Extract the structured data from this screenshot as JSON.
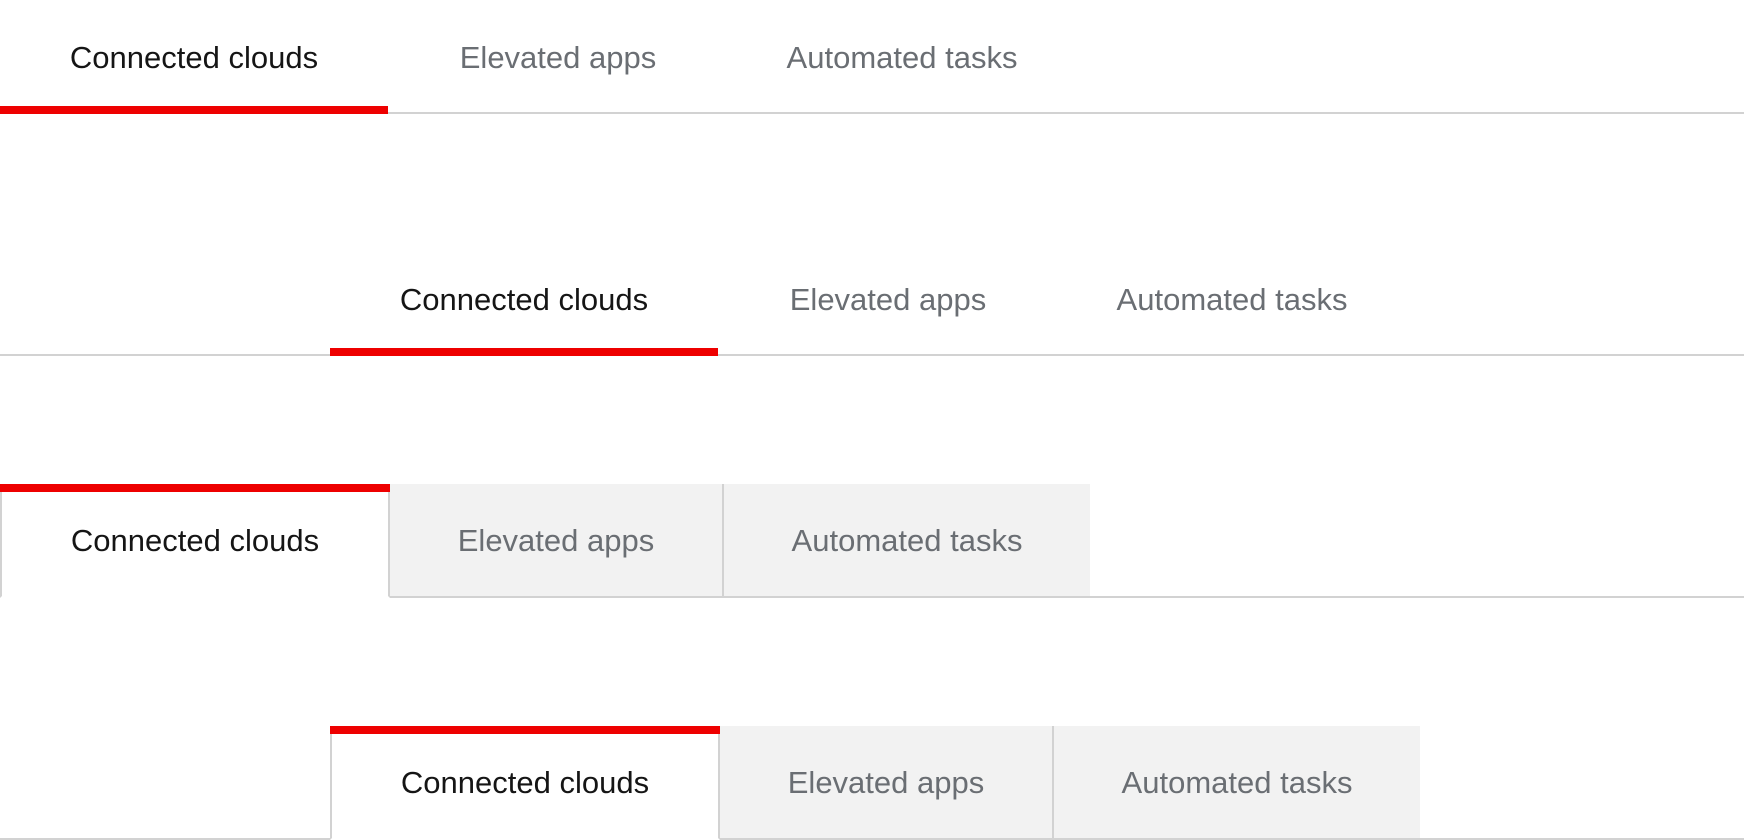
{
  "tab_groups": [
    {
      "style": "underline",
      "alignment": "left",
      "tabs": [
        {
          "label": "Connected clouds",
          "active": true
        },
        {
          "label": "Elevated apps",
          "active": false
        },
        {
          "label": "Automated tasks",
          "active": false
        }
      ]
    },
    {
      "style": "underline",
      "alignment": "inset",
      "tabs": [
        {
          "label": "Connected clouds",
          "active": true
        },
        {
          "label": "Elevated apps",
          "active": false
        },
        {
          "label": "Automated tasks",
          "active": false
        }
      ]
    },
    {
      "style": "boxed",
      "alignment": "left",
      "tabs": [
        {
          "label": "Connected clouds",
          "active": true
        },
        {
          "label": "Elevated apps",
          "active": false
        },
        {
          "label": "Automated tasks",
          "active": false
        }
      ]
    },
    {
      "style": "boxed",
      "alignment": "inset",
      "tabs": [
        {
          "label": "Connected clouds",
          "active": true
        },
        {
          "label": "Elevated apps",
          "active": false
        },
        {
          "label": "Automated tasks",
          "active": false
        }
      ]
    }
  ],
  "colors": {
    "accent": "#ee0000",
    "active_text": "#151515",
    "inactive_text": "#6a6e73",
    "border": "#d2d2d2",
    "boxed_inactive_bg": "#f2f2f2"
  }
}
